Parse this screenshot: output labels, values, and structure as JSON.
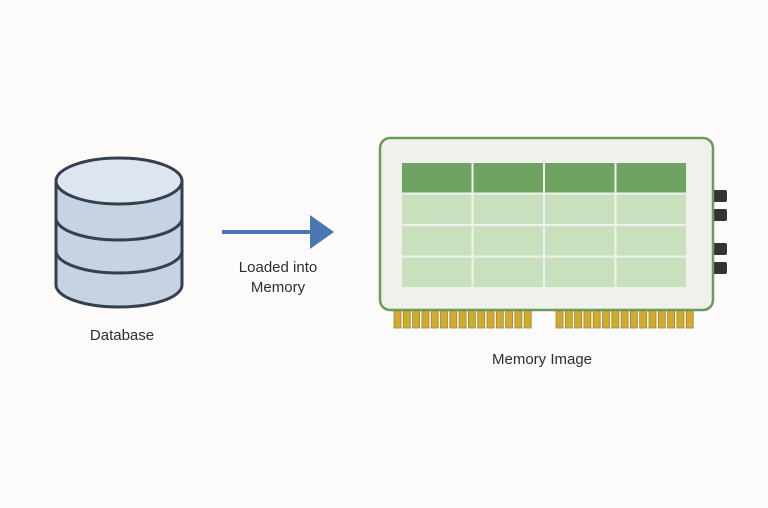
{
  "labels": {
    "database": "Database",
    "arrow": "Loaded into\nMemory",
    "memory_image": "Memory Image"
  },
  "colors": {
    "background": "#fcfbf9",
    "db_fill": "#c5d3e3",
    "db_top": "#dde6f0",
    "db_stroke": "#34404f",
    "arrow": "#4a76b3",
    "card_fill": "#eef2ea",
    "card_stroke": "#6b9a5a",
    "header_cells": "#6fa362",
    "body_cells": "#c9e0bf",
    "pins": "#d4aa2c",
    "pin_outline": "#8f8a3a",
    "clips": "#333333"
  },
  "memory_grid": {
    "columns": 4,
    "header_rows": 1,
    "body_rows": 3
  },
  "icons": {
    "database": "database-cylinder-icon",
    "arrow": "right-arrow-icon",
    "memory": "memory-module-icon"
  }
}
